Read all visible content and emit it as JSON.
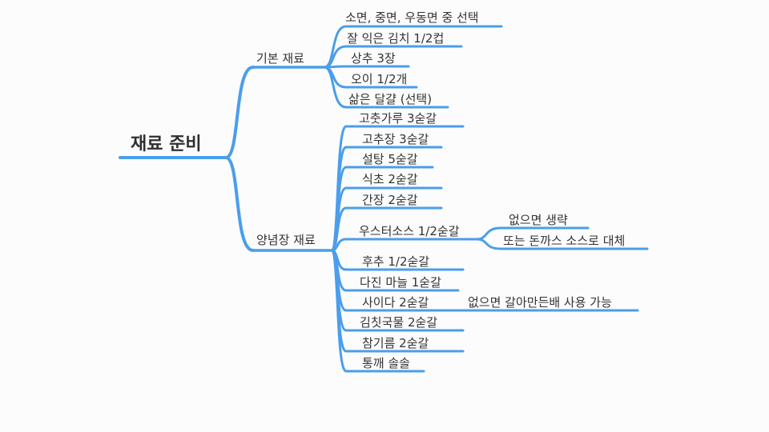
{
  "root": {
    "label": "재료 준비"
  },
  "branches": [
    {
      "label": "기본 재료",
      "items": [
        {
          "label": "소면, 중면, 우동면 중 선택"
        },
        {
          "label": "잘 익은 김치 1/2컵"
        },
        {
          "label": "상추 3장"
        },
        {
          "label": "오이 1/2개"
        },
        {
          "label": "삶은 달걀 (선택)"
        }
      ]
    },
    {
      "label": "양념장 재료",
      "items": [
        {
          "label": "고춧가루 3숟갈"
        },
        {
          "label": "고추장 3숟갈"
        },
        {
          "label": "설탕 5숟갈"
        },
        {
          "label": "식초 2숟갈"
        },
        {
          "label": "간장 2숟갈"
        },
        {
          "label": "우스터소스 1/2숟갈",
          "children": [
            {
              "label": "없으면 생략"
            },
            {
              "label": "또는 돈까스 소스로 대체"
            }
          ]
        },
        {
          "label": "후추 1/2숟갈"
        },
        {
          "label": "다진 마늘 1숟갈"
        },
        {
          "label": "사이다 2숟갈",
          "children": [
            {
              "label": "없으면 갈아만든배 사용 가능"
            }
          ]
        },
        {
          "label": "김칫국물 2숟갈"
        },
        {
          "label": "참기름 2숟갈"
        },
        {
          "label": "통깨 솔솔"
        }
      ]
    }
  ],
  "colors": {
    "line": "#4a9eeb",
    "text": "#333333",
    "background": "#fcfcfd"
  }
}
